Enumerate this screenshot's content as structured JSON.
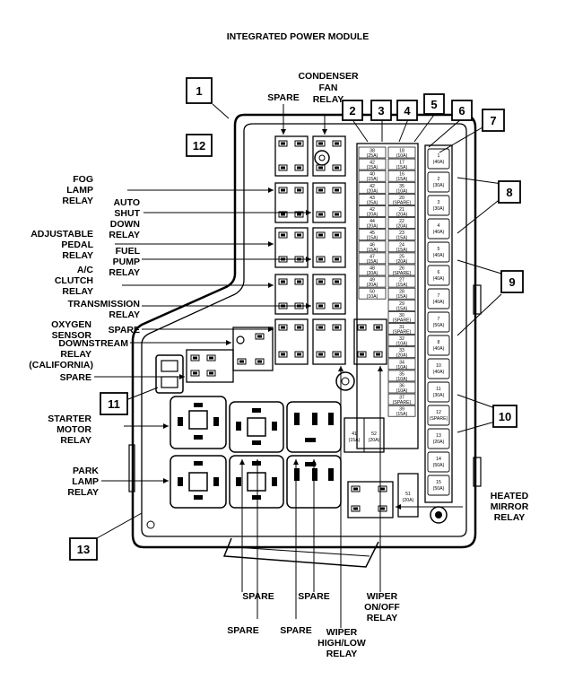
{
  "title": "INTEGRATED POWER MODULE",
  "callouts": [
    "1",
    "2",
    "3",
    "4",
    "5",
    "6",
    "7",
    "8",
    "9",
    "10",
    "11",
    "12",
    "13"
  ],
  "labels": {
    "spare_top": "SPARE",
    "condenser": [
      "CONDENSER",
      "FAN",
      "RELAY"
    ],
    "fog": [
      "FOG",
      "LAMP",
      "RELAY"
    ],
    "auto_shut": [
      "AUTO",
      "SHUT",
      "DOWN",
      "RELAY"
    ],
    "adj_pedal": [
      "ADJUSTABLE",
      "PEDAL",
      "RELAY"
    ],
    "fuel_pump": [
      "FUEL",
      "PUMP",
      "RELAY"
    ],
    "ac_clutch": [
      "A/C",
      "CLUTCH",
      "RELAY"
    ],
    "transmission": [
      "TRANSMISSION",
      "RELAY"
    ],
    "spare_mid": "SPARE",
    "oxygen": [
      "OXYGEN",
      "SENSOR",
      "DOWNSTREAM",
      "RELAY",
      "(CALIFORNIA)"
    ],
    "spare_left": "SPARE",
    "starter": [
      "STARTER",
      "MOTOR",
      "RELAY"
    ],
    "park": [
      "PARK",
      "LAMP",
      "RELAY"
    ],
    "heated": [
      "HEATED",
      "MIRROR",
      "RELAY"
    ],
    "spare_b1": "SPARE",
    "spare_b2": "SPARE",
    "spare_b3": "SPARE",
    "spare_b4": "SPARE",
    "wiper_onoff": [
      "WIPER",
      "ON/OFF",
      "RELAY"
    ],
    "wiper_hilo": [
      "WIPER",
      "HIGH/LOW",
      "RELAY"
    ]
  },
  "mini_fuses": [
    {
      "l": [
        "38",
        "(25A)"
      ],
      "r": [
        "18",
        "(10A)"
      ]
    },
    {
      "l": [
        "42",
        "(15A)"
      ],
      "r": [
        "17",
        "(15A)"
      ]
    },
    {
      "l": [
        "40",
        "(15A)"
      ],
      "r": [
        "16",
        "(15A)"
      ]
    },
    {
      "l": [
        "42",
        "(20A)"
      ],
      "r": [
        "35",
        "(10A)"
      ]
    },
    {
      "l": [
        "43",
        "(25A)"
      ],
      "r": [
        "20",
        "(SPARE)"
      ]
    },
    {
      "l": [
        "42",
        "(20A)"
      ],
      "r": [
        "21",
        "(20A)"
      ]
    },
    {
      "l": [
        "44",
        "(20A)"
      ],
      "r": [
        "22",
        "(20A)"
      ]
    },
    {
      "l": [
        "45",
        "(15A)"
      ],
      "r": [
        "23",
        "(15A)"
      ]
    },
    {
      "l": [
        "46",
        "(15A)"
      ],
      "r": [
        "24",
        "(15A)"
      ]
    },
    {
      "l": [
        "47",
        "(15A)"
      ],
      "r": [
        "25",
        "(20A)"
      ]
    },
    {
      "l": [
        "48",
        "(20A)"
      ],
      "r": [
        "26",
        "(SPARE)"
      ]
    },
    {
      "l": [
        "49",
        "(20A)"
      ],
      "r": [
        "27",
        "(15A)"
      ]
    },
    {
      "l": [
        "50",
        "(10A)"
      ],
      "r": [
        "28",
        "(15A)"
      ]
    },
    {
      "l": [
        "",
        ""
      ],
      "r": [
        "29",
        "(15A)"
      ]
    },
    {
      "l": [
        "",
        ""
      ],
      "r": [
        "30",
        "(SPARE)"
      ]
    },
    {
      "l": [
        "",
        ""
      ],
      "r": [
        "31",
        "(SPARE)"
      ]
    },
    {
      "l": [
        "",
        ""
      ],
      "r": [
        "32",
        "(10A)"
      ]
    },
    {
      "l": [
        "",
        ""
      ],
      "r": [
        "33",
        "(20A)"
      ]
    },
    {
      "l": [
        "",
        ""
      ],
      "r": [
        "34",
        "(10A)"
      ]
    },
    {
      "l": [
        "",
        ""
      ],
      "r": [
        "35",
        "(10A)"
      ]
    },
    {
      "l": [
        "",
        ""
      ],
      "r": [
        "36",
        "(10A)"
      ]
    },
    {
      "l": [
        "",
        ""
      ],
      "r": [
        "37",
        "(SPARE)"
      ]
    },
    {
      "l": [
        "",
        ""
      ],
      "r": [
        "39",
        "(15A)"
      ]
    }
  ],
  "maxi_fuses": [
    [
      "1",
      "(40A)"
    ],
    [
      "2",
      "(30A)"
    ],
    [
      "3",
      "(30A)"
    ],
    [
      "4",
      "(40A)"
    ],
    [
      "5",
      "(40A)"
    ],
    [
      "6",
      "(40A)"
    ],
    [
      "7",
      "(40A)"
    ],
    [
      "7",
      "(50A)"
    ],
    [
      "8",
      "(40A)"
    ],
    [
      "10",
      "(40A)"
    ],
    [
      "11",
      "(30A)"
    ],
    [
      "12",
      "(SPARE)"
    ],
    [
      "13",
      "(20A)"
    ],
    [
      "14",
      "(50A)"
    ],
    [
      "15",
      "(50A)"
    ]
  ],
  "bottom_fuses": [
    [
      "41",
      "(15A)"
    ],
    [
      "52",
      "(20A)"
    ],
    [
      "51",
      "(20A)"
    ]
  ]
}
